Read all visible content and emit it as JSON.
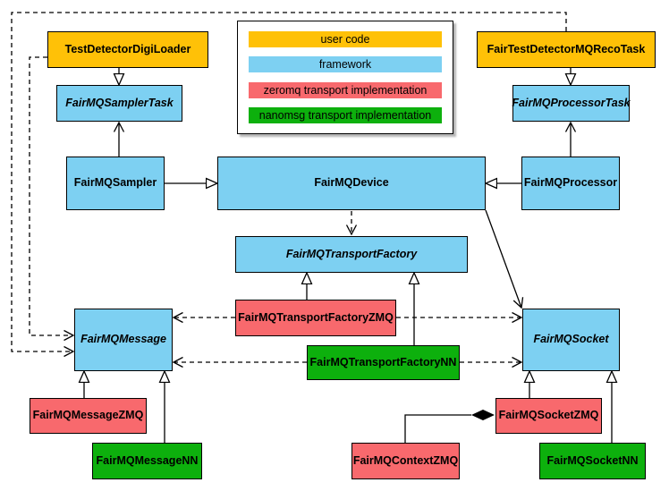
{
  "colors": {
    "user_code": "#FFC107",
    "framework": "#7DD0F2",
    "zeromq": "#F8696D",
    "nanomsg": "#0DB00D",
    "edge": "#000000"
  },
  "nodes": {
    "digi_loader": "TestDetectorDigiLoader",
    "reco_task": "FairTestDetectorMQRecoTask",
    "sampler_task": "FairMQSamplerTask",
    "processor_task": "FairMQProcessorTask",
    "sampler": "FairMQSampler",
    "device": "FairMQDevice",
    "processor": "FairMQProcessor",
    "transport_factory": "FairMQTransportFactory",
    "transport_factory_zmq": "FairMQTransportFactoryZMQ",
    "transport_factory_nn": "FairMQTransportFactoryNN",
    "message": "FairMQMessage",
    "socket": "FairMQSocket",
    "message_zmq": "FairMQMessageZMQ",
    "message_nn": "FairMQMessageNN",
    "socket_zmq": "FairMQSocketZMQ",
    "context_zmq": "FairMQContextZMQ",
    "socket_nn": "FairMQSocketNN"
  },
  "legend": {
    "items": [
      {
        "label": "user code",
        "color": "#FFC107"
      },
      {
        "label": "framework",
        "color": "#7DD0F2"
      },
      {
        "label": "zeromq transport implementation",
        "color": "#F8696D"
      },
      {
        "label": "nanomsg transport implementation",
        "color": "#0DB00D"
      }
    ]
  }
}
